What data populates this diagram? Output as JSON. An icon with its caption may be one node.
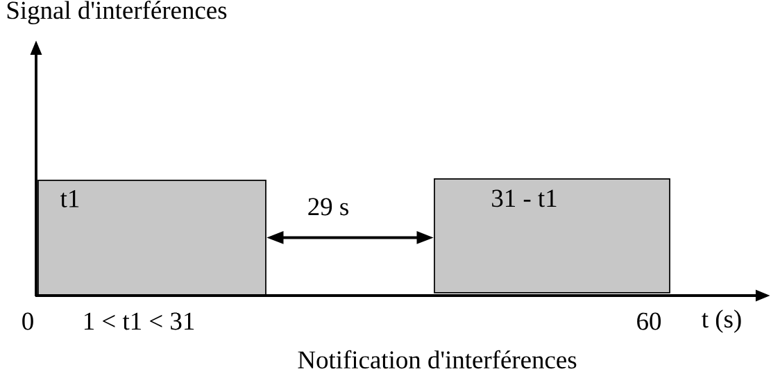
{
  "diagram": {
    "nodes": [
      {
        "text": [
          "t1"
        ]
      },
      {
        "text": [
          "31 - t1"
        ]
      }
    ],
    "edges": [
      {
        "from": 0,
        "to": 1,
        "arrow": "both",
        "label": "29 s"
      }
    ],
    "labels": [
      "Signal d'interférences",
      "0",
      "1 < t1 < 31",
      "60",
      "t (s)",
      "Notification d'interférences"
    ]
  }
}
